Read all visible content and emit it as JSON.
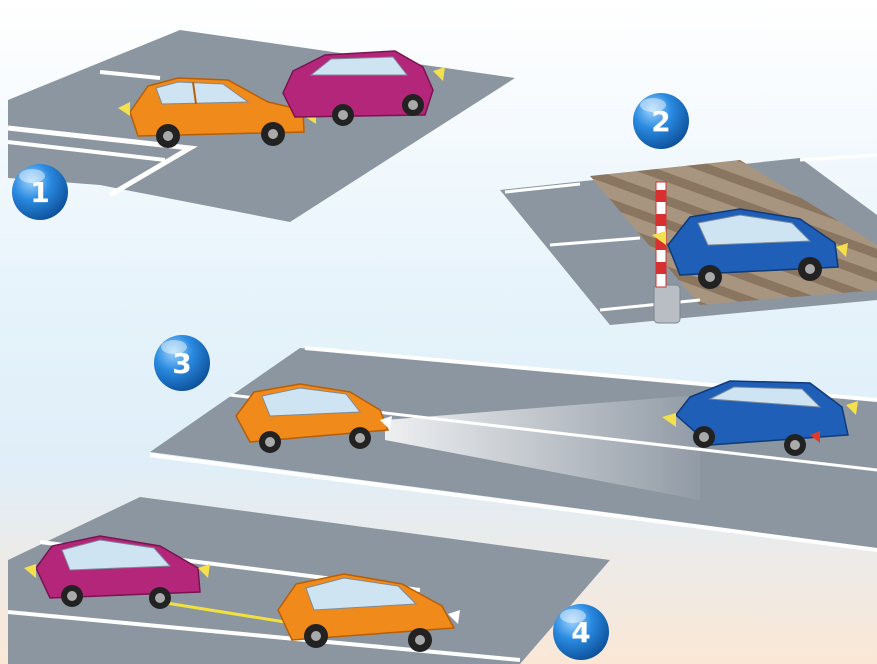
{
  "badges": [
    {
      "label": "1"
    },
    {
      "label": "2"
    },
    {
      "label": "3"
    },
    {
      "label": "4"
    }
  ],
  "colors": {
    "badge": "#1f7fd0",
    "road": "#8e98a3",
    "orange_car": "#f08a1a",
    "magenta_car": "#b3267a",
    "blue_car": "#1f5fb8"
  }
}
